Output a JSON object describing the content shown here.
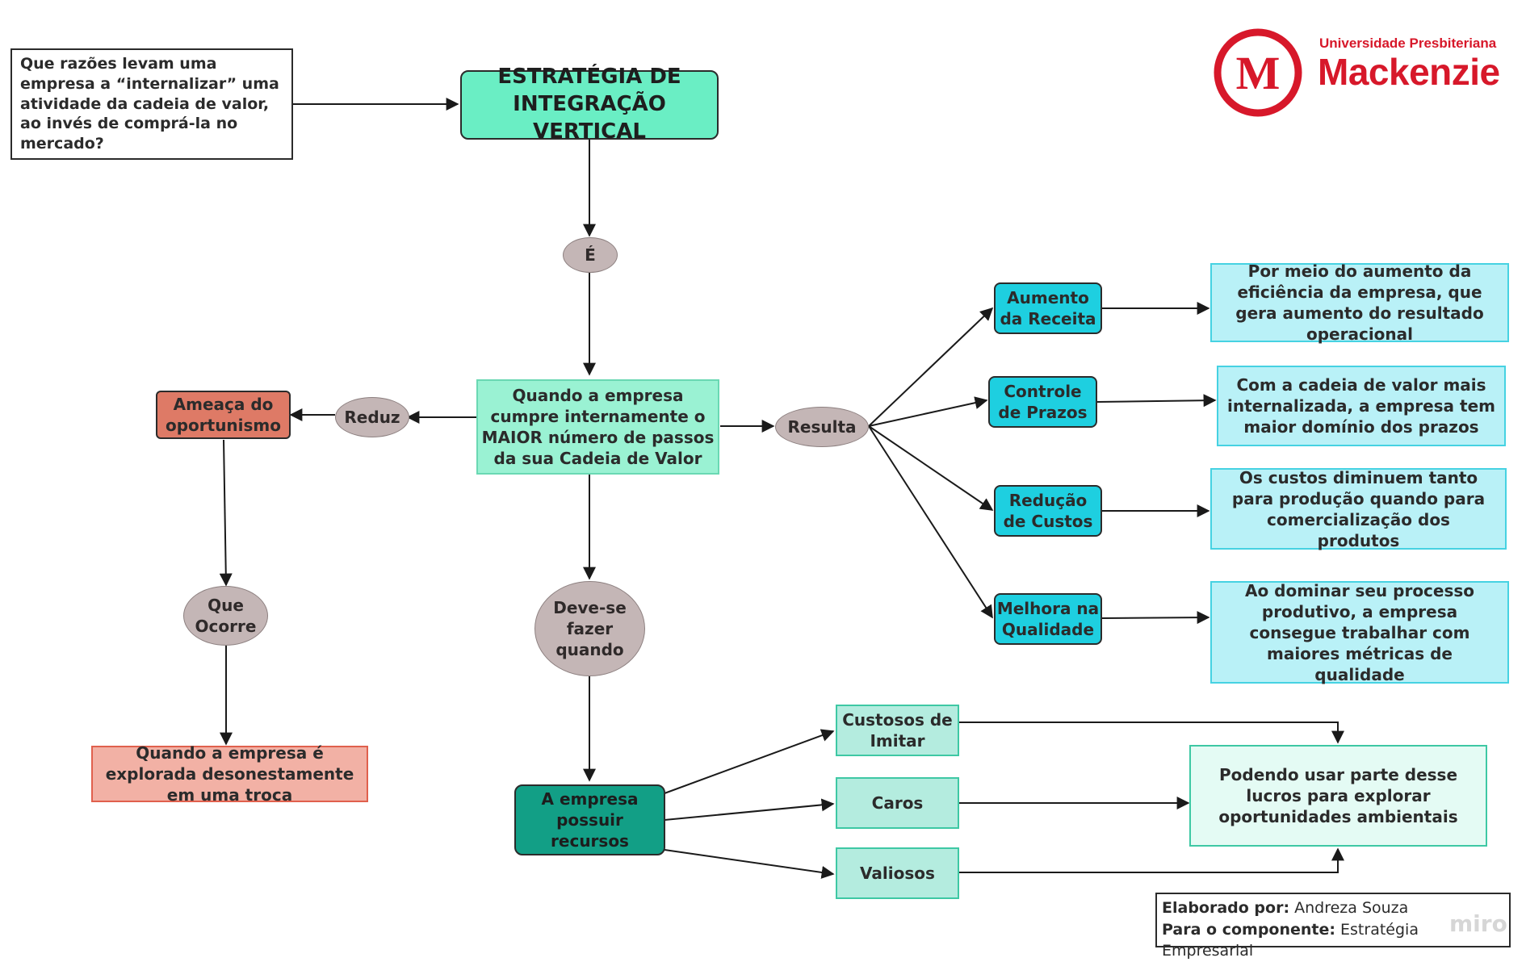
{
  "nodes": {
    "question": "Que razões levam uma empresa a “internalizar” uma atividade da cadeia de valor, ao invés de comprá-la no mercado?",
    "title": "ESTRATÉGIA DE INTEGRAÇÃO VERTICAL",
    "e_label": "É",
    "main": "Quando a empresa cumpre internamente o MAIOR número de passos da sua Cadeia de Valor",
    "reduz": "Reduz",
    "ameaca": "Ameaça do oportunismo",
    "que_ocorre": "Que Ocorre",
    "explorada": "Quando a empresa é explorada desonestamente em uma troca",
    "resulta": "Resulta",
    "deve_se": "Deve-se fazer quando",
    "recursos": "A empresa possuir recursos",
    "custosos": "Custosos de Imitar",
    "caros": "Caros",
    "valiosos": "Valiosos",
    "podendo": "Podendo usar parte desse lucros para explorar oportunidades ambientais",
    "aumento": "Aumento da Receita",
    "controle": "Controle de Prazos",
    "reducao": "Redução de Custos",
    "melhora": "Melhora na Qualidade",
    "aumento_desc": "Por meio do aumento da eficiência da empresa, que gera aumento do resultado operacional",
    "controle_desc": "Com a cadeia de valor mais internalizada, a empresa tem maior domínio dos prazos",
    "reducao_desc": "Os custos diminuem tanto para produção quando para comercialização dos produtos",
    "melhora_desc": "Ao dominar seu processo produtivo, a empresa consegue trabalhar com maiores métricas de qualidade"
  },
  "logo": {
    "letter": "M",
    "subtitle": "Universidade Presbiteriana",
    "name": "Mackenzie"
  },
  "credits": {
    "author_label": "Elaborado por:",
    "author": "Andreza Souza",
    "component_label": "Para o componente:",
    "component": "Estratégia Empresarial"
  },
  "watermark": "miro",
  "colors": {
    "title": "#6aeec4",
    "main": "#9af2d3",
    "ellipse": "#c4b6b6",
    "ameaca": "#de7a66",
    "explorada": "#f2b1a5",
    "cyan": "#1ecfe0",
    "light_cyan": "#b9f1f7",
    "teal": "#129f86",
    "mint": "#b4ecdf",
    "logo_red": "#d7182a"
  }
}
